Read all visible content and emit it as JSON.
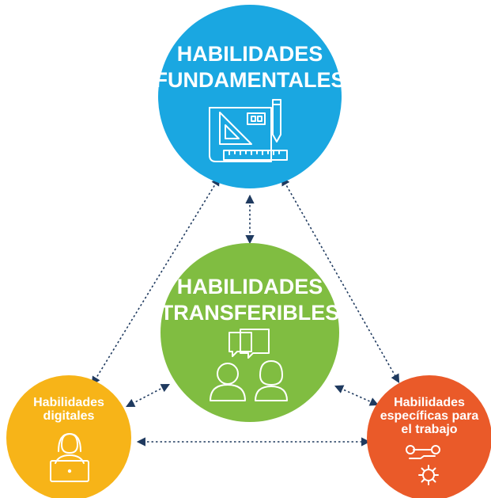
{
  "colors": {
    "fundamentales": "#1aa7e1",
    "transferibles": "#80bd41",
    "digitales": "#f7b418",
    "especificas": "#ea5a29",
    "arrows": "#1f3a5f"
  },
  "nodes": {
    "fundamentales": {
      "line1": "HABILIDADES",
      "line2": "FUNDAMENTALES",
      "icon": "blueprint-drafting-icon"
    },
    "transferibles": {
      "line1": "HABILIDADES",
      "line2": "TRANSFERIBLES",
      "icon": "people-conversation-icon"
    },
    "digitales": {
      "line1": "Habilidades",
      "line2": "digitales",
      "icon": "person-laptop-icon"
    },
    "especificas": {
      "line1": "Habilidades",
      "line2": "específicas para",
      "line3": "el trabajo",
      "icon": "tools-gear-icon"
    }
  }
}
